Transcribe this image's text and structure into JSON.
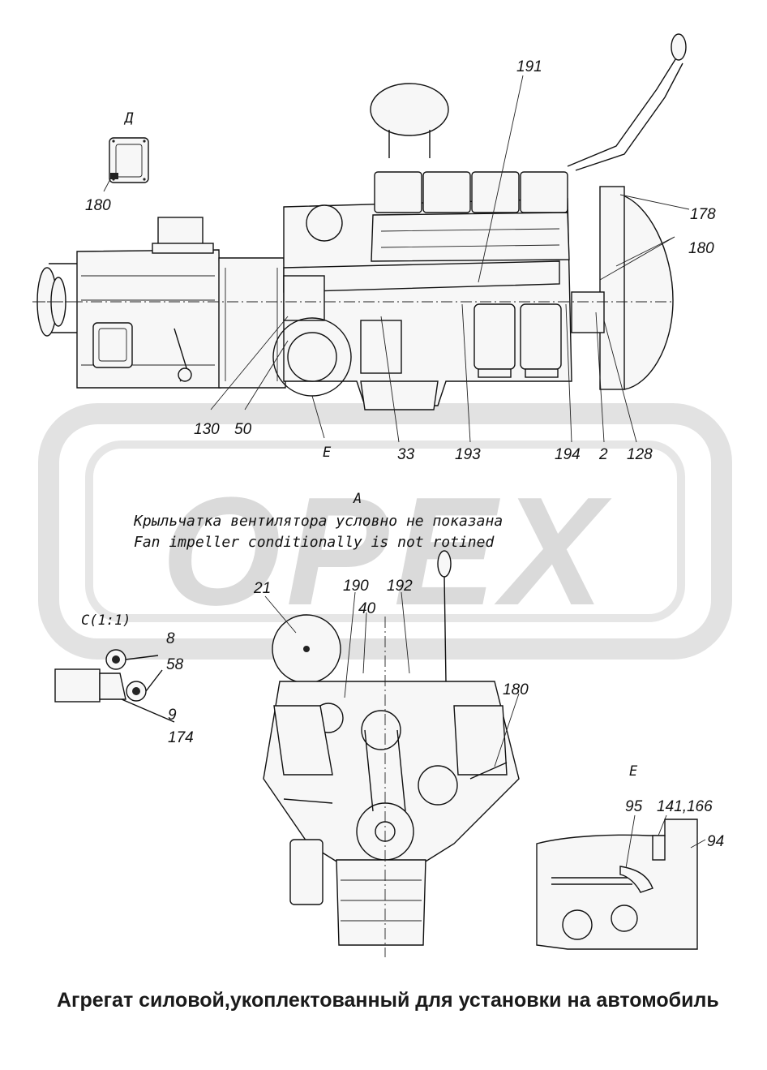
{
  "watermark": {
    "text": "ОРЕХ",
    "color": "#d7d7d7"
  },
  "views": {
    "d": "Д",
    "a": "А",
    "c": "С(1:1)",
    "e_side": "Е",
    "e_detail": "Е"
  },
  "note": {
    "ru": "Крыльчатка вентилятора условно не показана",
    "en": "Fan impeller conditionally is not rotined"
  },
  "callouts": {
    "d180": "180",
    "c191": "191",
    "c178": "178",
    "c180r": "180",
    "c130": "130",
    "c50": "50",
    "c33": "33",
    "c193": "193",
    "c194": "194",
    "c2": "2",
    "c128": "128",
    "c21": "21",
    "c190": "190",
    "c40": "40",
    "c192": "192",
    "c180f": "180",
    "c8": "8",
    "c58": "58",
    "c9": "9",
    "c174": "174",
    "c95": "95",
    "c141": "141,166",
    "c94": "94"
  },
  "caption": "Агрегат силовой,укоплектованный для установки на автомобиль"
}
